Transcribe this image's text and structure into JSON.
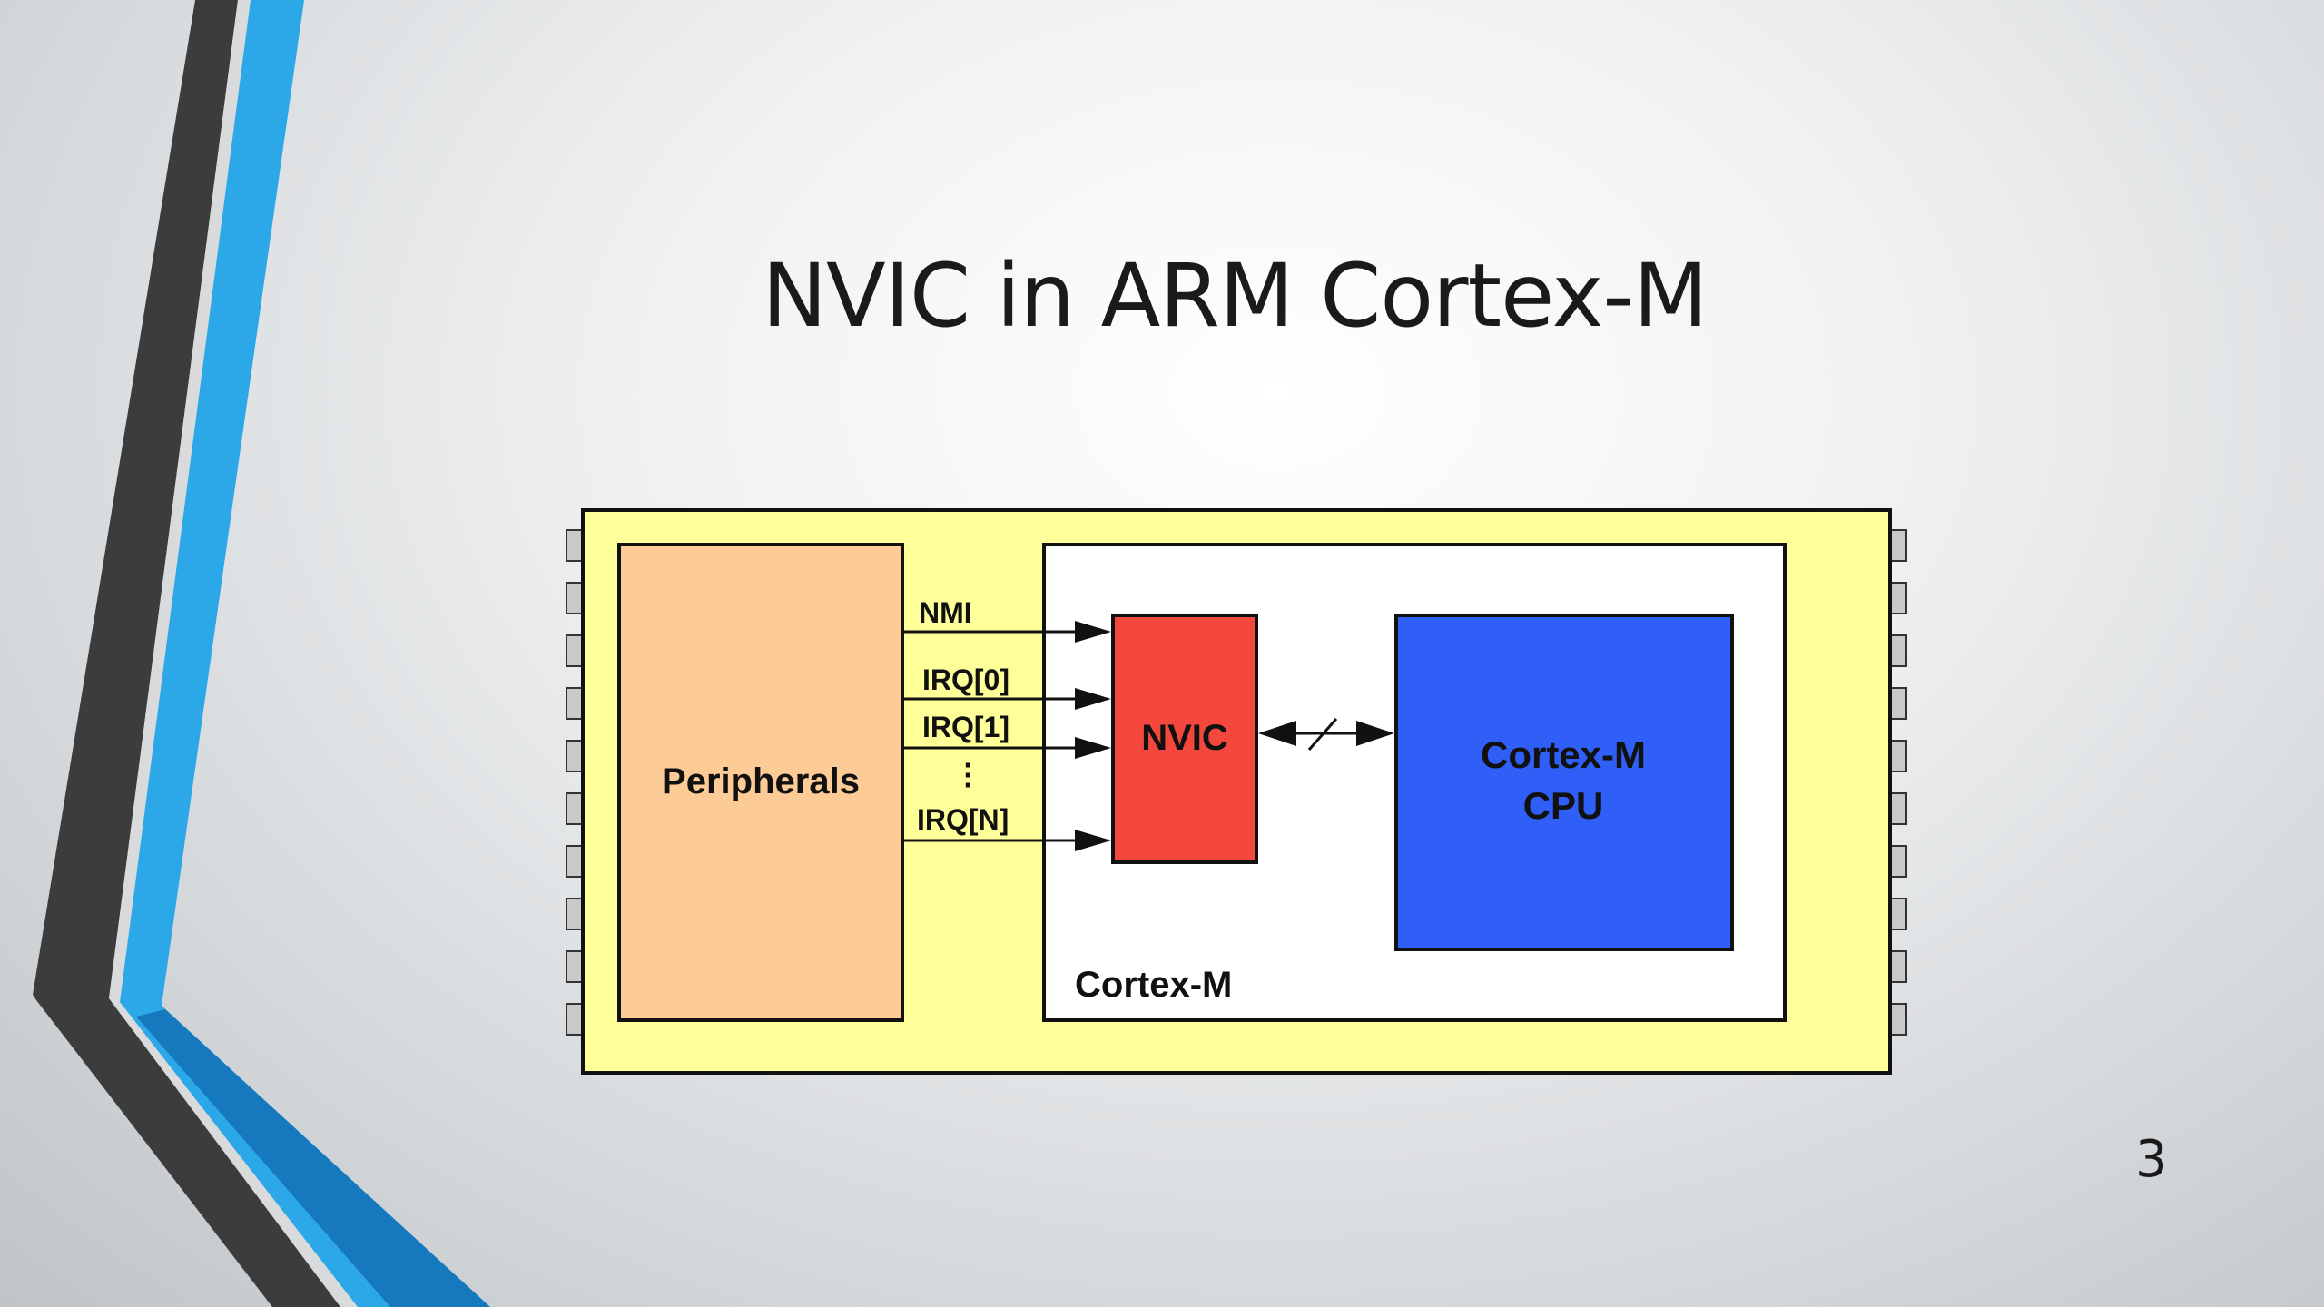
{
  "slide": {
    "title": "NVIC in ARM Cortex-M",
    "page_number": "3"
  },
  "diagram": {
    "peripherals_label": "Peripherals",
    "signals": [
      "NMI",
      "IRQ[0]",
      "IRQ[1]",
      "IRQ[N]"
    ],
    "ellipsis": "⋮",
    "nvic_label": "NVIC",
    "cpu_label_line1": "Cortex-M",
    "cpu_label_line2": "CPU",
    "core_label": "Cortex-M"
  },
  "colors": {
    "chip_fill": "#ffff99",
    "peripherals_fill": "#fdcb96",
    "nvic_fill": "#f4473d",
    "cpu_fill": "#2f5ff7",
    "accent_blue": "#1e9be0",
    "accent_dark": "#3a3a3a"
  }
}
